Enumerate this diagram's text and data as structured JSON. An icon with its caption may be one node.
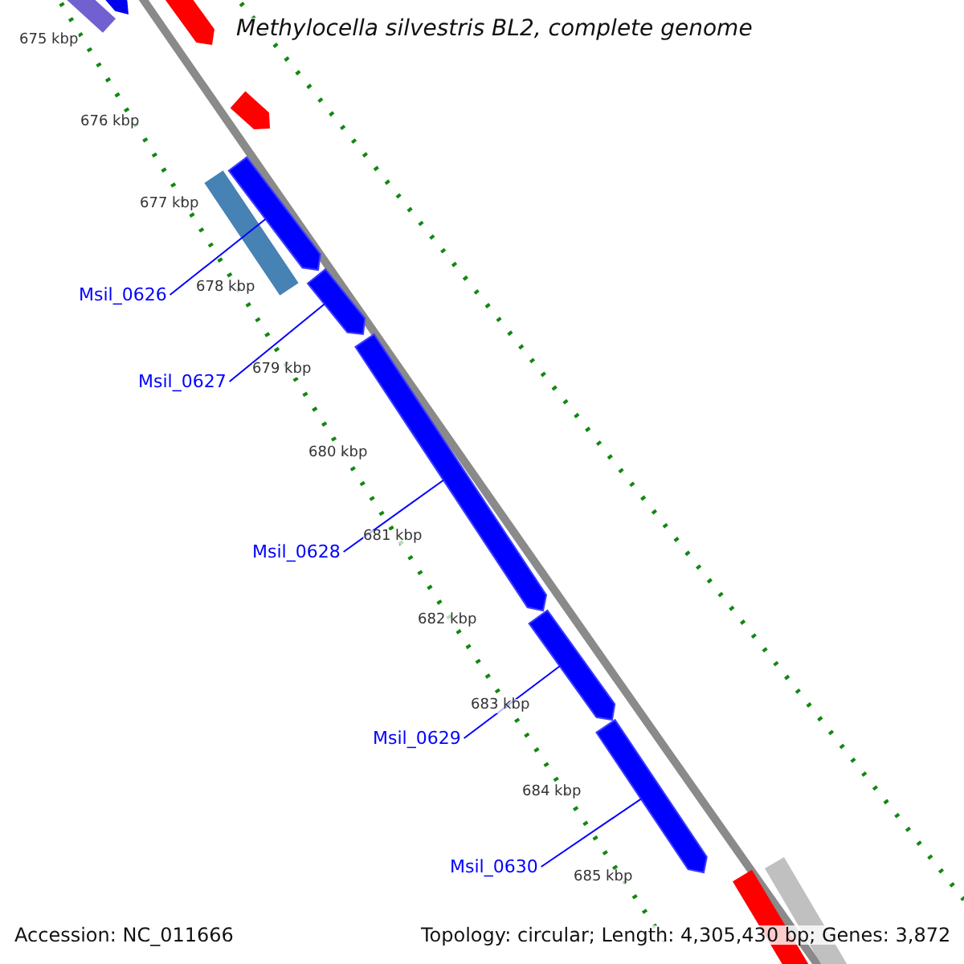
{
  "diagram": {
    "title": "Methylocella silvestris BL2, complete genome",
    "nodes": [
      {
        "text": [
          "Msil_0626"
        ]
      },
      {
        "text": [
          "Msil_0627"
        ]
      },
      {
        "text": [
          "Msil_0628"
        ]
      },
      {
        "text": [
          "Msil_0629"
        ]
      },
      {
        "text": [
          "Msil_0630"
        ]
      },
      {
        "text": [],
        "shape": "bar"
      },
      {
        "text": [],
        "shape": "bar"
      },
      {
        "text": [],
        "shape": "bar"
      },
      {
        "text": [],
        "shape": "bar"
      },
      {
        "text": [],
        "shape": "bar"
      }
    ],
    "edges": [
      {
        "from": 0,
        "to": 5,
        "arrow": "none"
      },
      {
        "from": 1,
        "to": 6,
        "arrow": "none"
      },
      {
        "from": 2,
        "to": 7,
        "arrow": "none"
      },
      {
        "from": 3,
        "to": 8,
        "arrow": "none"
      },
      {
        "from": 4,
        "to": 9,
        "arrow": "none"
      }
    ],
    "labels": [
      "675 kbp",
      "676 kbp",
      "677 kbp",
      "678 kbp",
      "679 kbp",
      "680 kbp",
      "681 kbp",
      "682 kbp",
      "683 kbp",
      "684 kbp",
      "685 kbp",
      "Accession: NC_011666",
      "Topology: circular; Length: 4,305,430 bp; Genes: 3,872"
    ]
  }
}
